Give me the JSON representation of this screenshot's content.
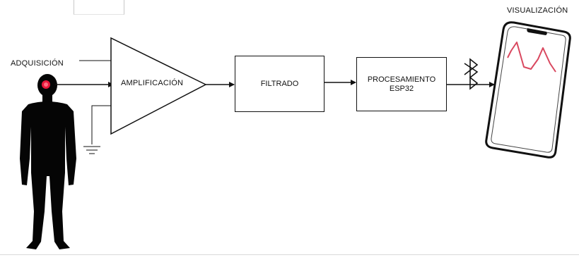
{
  "labels": {
    "acquisition": "ADQUISICIÓN",
    "amplification": "AMPLIFICACIÓN",
    "filtering": "FILTRADO",
    "processing_line1": "PROCESAMIENTO",
    "processing_line2": "ESP32",
    "visualization": "VISUALIZACIÓN"
  },
  "colors": {
    "stroke": "#111111",
    "electrode": "#e8173a",
    "signal": "#d9485f",
    "silhouette": "#050505"
  },
  "icons": {
    "bluetooth": "bluetooth-icon",
    "ground": "ground-symbol",
    "person": "human-silhouette",
    "phone": "smartphone"
  }
}
